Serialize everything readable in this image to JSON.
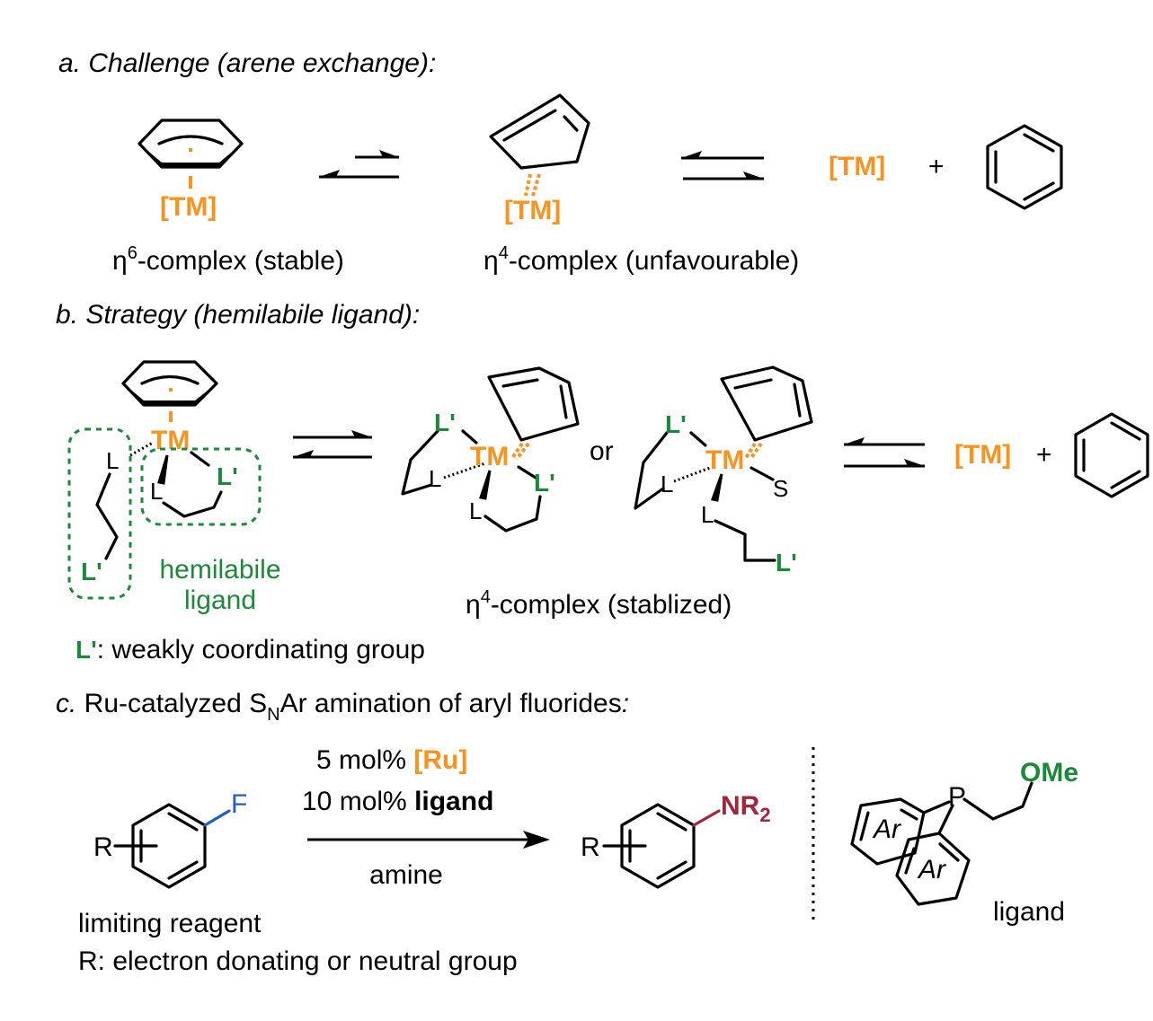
{
  "section_a": {
    "title": "a. Challenge (arene exchange):",
    "tm": "[TM]",
    "eta": "η",
    "six": "6",
    "four": "4",
    "eta6_caption": "-complex (stable)",
    "eta4_caption": "-complex (unfavourable)",
    "plus": "+"
  },
  "section_b": {
    "title": "b. Strategy (hemilabile ligand):",
    "tm": "TM",
    "tm_bracket": "[TM]",
    "L": "L",
    "Lp": "L'",
    "S": "S",
    "or": "or",
    "plus": "+",
    "hemilabile_line1": "hemilabile",
    "hemilabile_line2": "ligand",
    "eta": "η",
    "four": "4",
    "eta4_caption": "-complex (stablized)",
    "legend_key": "L'",
    "legend_text": ": weakly coordinating group"
  },
  "section_c": {
    "title_prefix": "c.",
    "title_part1": " Ru-catalyzed S",
    "title_sub": "N",
    "title_part2": "Ar amination of aryl fluorides",
    "title_colon": ":",
    "cond1_prefix": "5 mol% ",
    "cond1_cat": "[Ru]",
    "cond2_prefix": "10 mol% ",
    "cond2_ligand": "ligand",
    "below_arrow": "amine",
    "R": "R",
    "F": "F",
    "NR": "NR",
    "two": "2",
    "limiting": "limiting reagent",
    "r_def": "R: electron donating or neutral group",
    "P": "P",
    "OMe": "OMe",
    "Ar": "Ar",
    "ligand_caption": "ligand"
  },
  "colors": {
    "tm_orange": "#f7931e",
    "ligand_green": "#1a8a3a",
    "fluorine_blue": "#1f5fbf",
    "amine_red": "#a3243b"
  }
}
